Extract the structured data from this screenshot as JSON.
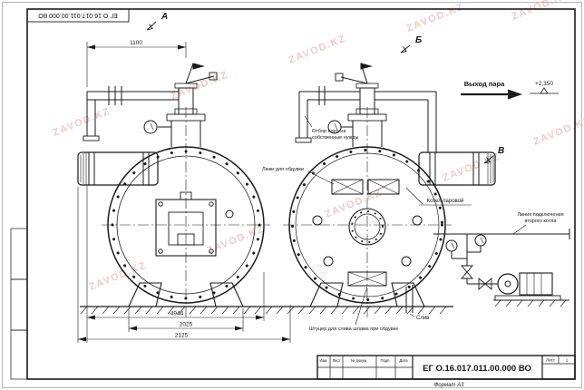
{
  "stamp": {
    "drawing_number": "ЕГ О.16.017.011.00.000  ВО",
    "format_label": "Формат А3",
    "title_headers": [
      "Изм.",
      "Лист",
      "№ докум.",
      "Подп.",
      "Дата"
    ],
    "sheet_label": "Лист",
    "sheet_value": "1"
  },
  "watermark": "ZAVOD.KZ",
  "view_labels": {
    "a": "А",
    "b": "Б",
    "v": "В"
  },
  "annotations": {
    "steam_outlet": "Выход пара",
    "elevation": "+2,350",
    "steam_takeoff_line1": "Отбор пара на",
    "steam_takeoff_line2": "собственные нужды",
    "blow_hatches": "Люки для обдувки",
    "boiler_name": "Котел паровой",
    "connect_line1": "Линия подключения",
    "connect_line2": "второго котла",
    "sludge_fitting": "Штуцер для слива шлама при обдувке",
    "drain": "Слив"
  },
  "dimensions": {
    "top_width": "1100",
    "overall": "4944",
    "dim2": "2025",
    "dim3": "2125"
  },
  "colors": {
    "line": "#1a1a1a",
    "watermark": "#cd4b4b"
  }
}
